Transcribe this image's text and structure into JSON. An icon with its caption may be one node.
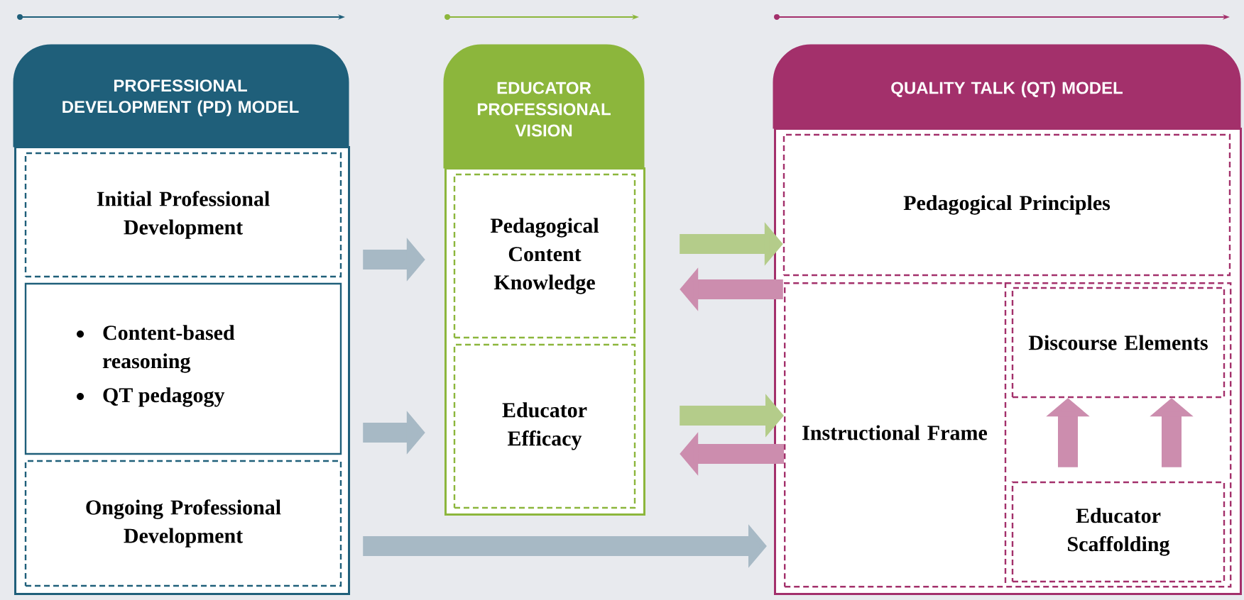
{
  "diagram": {
    "nodes": [
      {
        "text": [
          "PROFESSIONAL DEVELOPMENT (PD) MODEL"
        ]
      },
      {
        "text": [
          "Initial Professional Development"
        ],
        "in": 0
      },
      {
        "text": [
          "Content-based reasoning",
          "QT pedagogy"
        ],
        "in": 0
      },
      {
        "text": [
          "Ongoing Professional Development"
        ],
        "in": 0
      },
      {
        "text": [
          "EDUCATOR PROFESSIONAL VISION"
        ]
      },
      {
        "text": [
          "Pedagogical Content Knowledge"
        ],
        "in": 4
      },
      {
        "text": [
          "Educator Efficacy"
        ],
        "in": 4
      },
      {
        "text": [
          "QUALITY TALK (QT) MODEL"
        ]
      },
      {
        "text": [
          "Pedagogical Principles"
        ],
        "in": 7
      },
      {
        "text": [
          "Instructional Frame"
        ],
        "in": 7
      },
      {
        "text": [
          "Discourse Elements"
        ],
        "in": 9
      },
      {
        "text": [
          "Educator Scaffolding"
        ],
        "in": 9
      }
    ],
    "edges": [
      {
        "from": 1,
        "to": 5,
        "arrow": "to",
        "color": "#a7b9c5"
      },
      {
        "from": 2,
        "to": 6,
        "arrow": "to",
        "color": "#a7b9c5"
      },
      {
        "from": 3,
        "to": 7,
        "arrow": "to",
        "color": "#a7b9c5"
      },
      {
        "from": 5,
        "to": 8,
        "arrow": "to",
        "color": "#b4cc8a"
      },
      {
        "from": 8,
        "to": 5,
        "arrow": "to",
        "color": "#cc8dae"
      },
      {
        "from": 6,
        "to": 9,
        "arrow": "to",
        "color": "#b4cc8a"
      },
      {
        "from": 9,
        "to": 6,
        "arrow": "to",
        "color": "#cc8dae"
      },
      {
        "from": 11,
        "to": 10,
        "arrow": "to",
        "color": "#cc8dae"
      },
      {
        "from": 11,
        "to": 10,
        "arrow": "to",
        "color": "#cc8dae"
      }
    ]
  }
}
